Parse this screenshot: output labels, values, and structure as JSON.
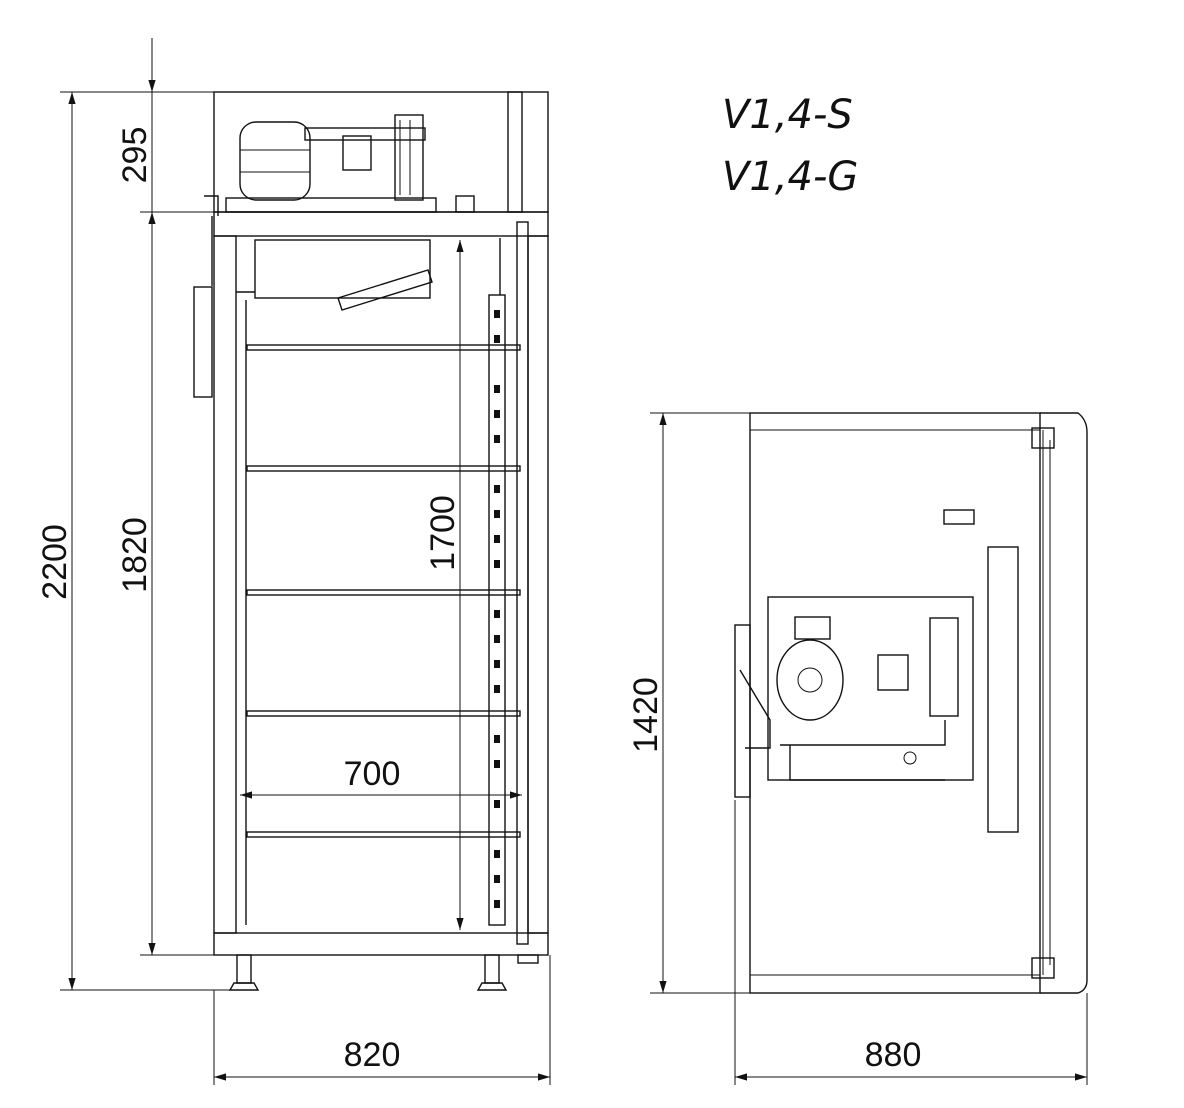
{
  "models": [
    "V1,4-S",
    "V1,4-G"
  ],
  "front_view": {
    "dimensions": {
      "total_height": "2200",
      "unit_height": "295",
      "cabinet_height": "1820",
      "interior_height": "1700",
      "interior_width": "700",
      "total_width": "820"
    }
  },
  "side_view": {
    "dimensions": {
      "height": "1420",
      "depth": "880"
    }
  }
}
